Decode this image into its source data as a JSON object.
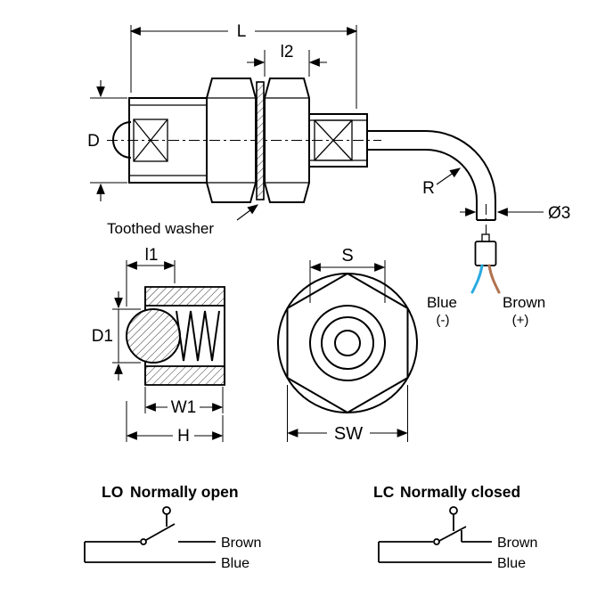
{
  "side_view": {
    "dim_length": "L",
    "dim_l2": "l2",
    "dim_diameter": "D",
    "dim_radius": "R",
    "dim_tube_diameter": "Ø3",
    "washer_label": "Toothed washer"
  },
  "section_view": {
    "dim_l1": "l1",
    "dim_ball_diameter": "D1",
    "dim_w1": "W1",
    "dim_h": "H"
  },
  "front_view": {
    "dim_s": "S",
    "dim_sw": "SW"
  },
  "connector": {
    "blue_label": "Blue",
    "blue_polarity": "(-)",
    "brown_label": "Brown",
    "brown_polarity": "(+)"
  },
  "circuit_open": {
    "abbr": "LO",
    "title": "Normally open",
    "wire_top": "Brown",
    "wire_bottom": "Blue"
  },
  "circuit_closed": {
    "abbr": "LC",
    "title": "Normally closed",
    "wire_top": "Brown",
    "wire_bottom": "Blue"
  },
  "colors": {
    "blue": "#29abe2",
    "brown": "#b0714d",
    "navy": "#2e3192",
    "line": "#000000"
  }
}
